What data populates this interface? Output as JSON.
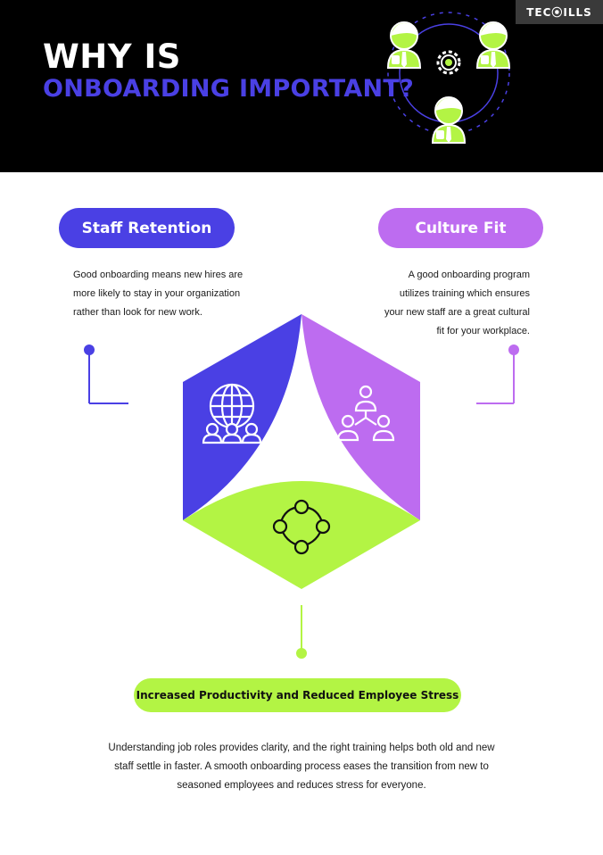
{
  "header": {
    "title_line1": "WHY IS",
    "title_line2": "ONBOARDING IMPORTANT?",
    "logo": "TEC⦿ILLS"
  },
  "sections": {
    "staff_retention": {
      "label": "Staff Retention",
      "text": "Good onboarding means new hires are more likely to stay in your organization rather than look for new work."
    },
    "culture_fit": {
      "label": "Culture Fit",
      "text": "A good onboarding program utilizes training which ensures your new staff are a great cultural fit for your workplace."
    },
    "productivity": {
      "label": "Increased Productivity and Reduced Employee Stress",
      "text": "Understanding job roles provides clarity, and the right training helps both old and new staff settle in faster. A smooth onboarding process eases the transition from new to seasoned employees and reduces stress for everyone."
    }
  },
  "icons": {
    "header": "team-network-icon",
    "blue_segment": "globe-team-icon",
    "purple_segment": "hierarchy-icon",
    "green_segment": "cycle-network-icon"
  },
  "colors": {
    "blue": "#4a40e4",
    "purple": "#bd6cf0",
    "green": "#b3f444",
    "black": "#000000"
  }
}
